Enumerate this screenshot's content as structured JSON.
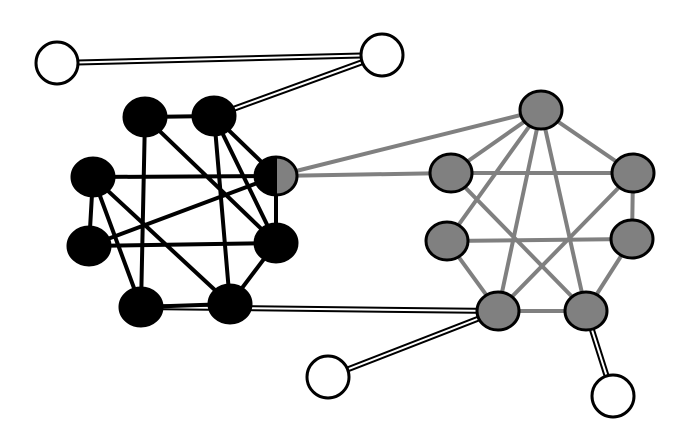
{
  "colors": {
    "background": "#ffffff",
    "cluster_a_fill": "#000000",
    "cluster_b_fill": "#808080",
    "cluster_a_edge": "#000000",
    "cluster_b_edge": "#808080",
    "bridge_edge": "#000000",
    "outer_fill": "#ffffff",
    "node_stroke": "#000000"
  },
  "nodes": [
    {
      "id": "w1",
      "group": "outer"
    },
    {
      "id": "w2",
      "group": "outer"
    },
    {
      "id": "w3",
      "group": "outer"
    },
    {
      "id": "w4",
      "group": "outer"
    },
    {
      "id": "b1",
      "group": "cluster-a"
    },
    {
      "id": "b2",
      "group": "cluster-a"
    },
    {
      "id": "b3",
      "group": "cluster-a"
    },
    {
      "id": "b4",
      "group": "cluster-a"
    },
    {
      "id": "b5",
      "group": "cluster-a"
    },
    {
      "id": "b6",
      "group": "cluster-a"
    },
    {
      "id": "b7",
      "group": "cluster-a"
    },
    {
      "id": "h",
      "group": "shared"
    },
    {
      "id": "g1",
      "group": "cluster-b"
    },
    {
      "id": "g2",
      "group": "cluster-b"
    },
    {
      "id": "g3",
      "group": "cluster-b"
    },
    {
      "id": "g4",
      "group": "cluster-b"
    },
    {
      "id": "g5",
      "group": "cluster-b"
    },
    {
      "id": "g6",
      "group": "cluster-b"
    },
    {
      "id": "g7",
      "group": "cluster-b"
    }
  ],
  "edges": [
    {
      "from": "w1",
      "to": "w2",
      "kind": "bridge"
    },
    {
      "from": "w2",
      "to": "b2",
      "kind": "bridge"
    },
    {
      "from": "b7",
      "to": "g6",
      "kind": "bridge"
    },
    {
      "from": "g6",
      "to": "w3",
      "kind": "bridge"
    },
    {
      "from": "g7",
      "to": "w4",
      "kind": "bridge"
    },
    {
      "from": "b1",
      "to": "b2",
      "kind": "cluster-a"
    },
    {
      "from": "b1",
      "to": "b5",
      "kind": "cluster-a"
    },
    {
      "from": "b1",
      "to": "b7",
      "kind": "cluster-a"
    },
    {
      "from": "b2",
      "to": "h",
      "kind": "cluster-a"
    },
    {
      "from": "b2",
      "to": "b5",
      "kind": "cluster-a"
    },
    {
      "from": "b2",
      "to": "b6",
      "kind": "cluster-a"
    },
    {
      "from": "b3",
      "to": "b4",
      "kind": "cluster-a"
    },
    {
      "from": "b3",
      "to": "h",
      "kind": "cluster-a"
    },
    {
      "from": "b3",
      "to": "b7",
      "kind": "cluster-a"
    },
    {
      "from": "b3",
      "to": "b6",
      "kind": "cluster-a"
    },
    {
      "from": "b4",
      "to": "h",
      "kind": "cluster-a"
    },
    {
      "from": "b4",
      "to": "b5",
      "kind": "cluster-a"
    },
    {
      "from": "b5",
      "to": "h",
      "kind": "cluster-a"
    },
    {
      "from": "b5",
      "to": "b6",
      "kind": "cluster-a"
    },
    {
      "from": "b7",
      "to": "b6",
      "kind": "cluster-a"
    },
    {
      "from": "h",
      "to": "g1",
      "kind": "cluster-b"
    },
    {
      "from": "h",
      "to": "g2",
      "kind": "cluster-b"
    },
    {
      "from": "g1",
      "to": "g2",
      "kind": "cluster-b"
    },
    {
      "from": "g1",
      "to": "g3",
      "kind": "cluster-b"
    },
    {
      "from": "g1",
      "to": "g4",
      "kind": "cluster-b"
    },
    {
      "from": "g1",
      "to": "g6",
      "kind": "cluster-b"
    },
    {
      "from": "g1",
      "to": "g7",
      "kind": "cluster-b"
    },
    {
      "from": "g2",
      "to": "g3",
      "kind": "cluster-b"
    },
    {
      "from": "g2",
      "to": "g7",
      "kind": "cluster-b"
    },
    {
      "from": "g3",
      "to": "g5",
      "kind": "cluster-b"
    },
    {
      "from": "g3",
      "to": "g6",
      "kind": "cluster-b"
    },
    {
      "from": "g4",
      "to": "g5",
      "kind": "cluster-b"
    },
    {
      "from": "g4",
      "to": "g6",
      "kind": "cluster-b"
    },
    {
      "from": "g5",
      "to": "g7",
      "kind": "cluster-b"
    },
    {
      "from": "g6",
      "to": "g7",
      "kind": "cluster-b"
    }
  ]
}
